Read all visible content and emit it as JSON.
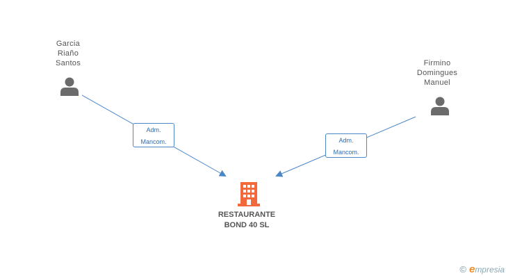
{
  "people": [
    {
      "name": "Garcia\nRiaño\nSantos"
    },
    {
      "name": "Firmino\nDomingues\nManuel"
    }
  ],
  "roles": [
    {
      "label": "Adm.\nMancom."
    },
    {
      "label": "Adm.\nMancom."
    }
  ],
  "company": {
    "name": "RESTAURANTE\nBOND 40 SL"
  },
  "watermark": {
    "copyright": "©",
    "brand_initial": "e",
    "brand_rest": "mpresia"
  },
  "colors": {
    "edge": "#4a86c8",
    "person_icon": "#6b6b6b",
    "company_icon": "#f26a3c",
    "text": "#555555"
  }
}
